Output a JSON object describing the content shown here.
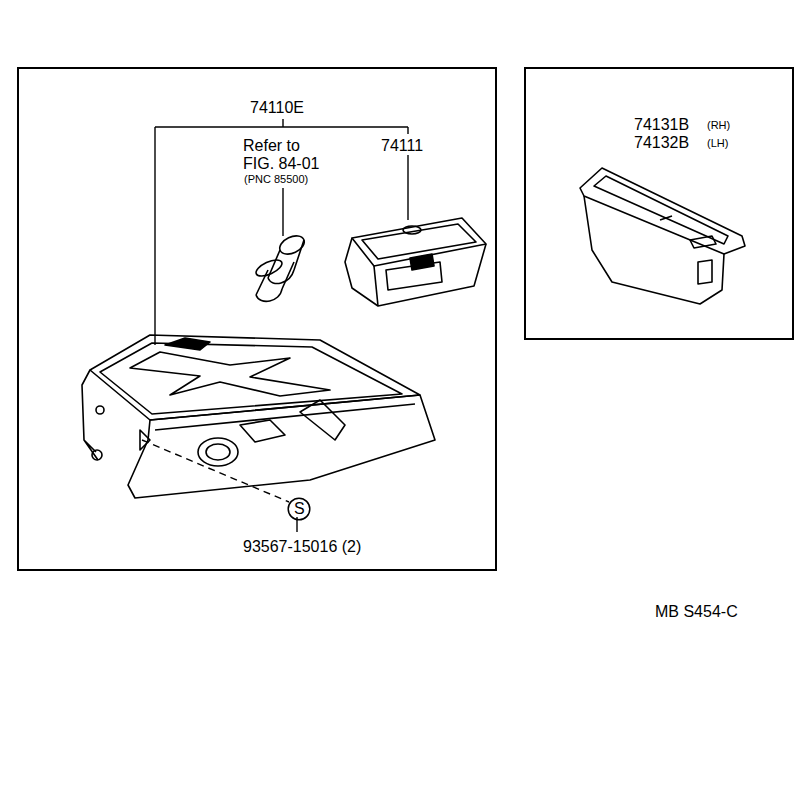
{
  "diagram": {
    "nodes": [
      {
        "text": [
          "74110E",
          "Refer to FIG. 84-01",
          "(PNC 85500)",
          "74111",
          "S",
          "93567-15016 (2)"
        ]
      },
      {
        "text": [
          "74131B",
          "(RH)",
          "74132B",
          "(LH)"
        ]
      }
    ],
    "labels": [
      "MB S454-C"
    ]
  }
}
